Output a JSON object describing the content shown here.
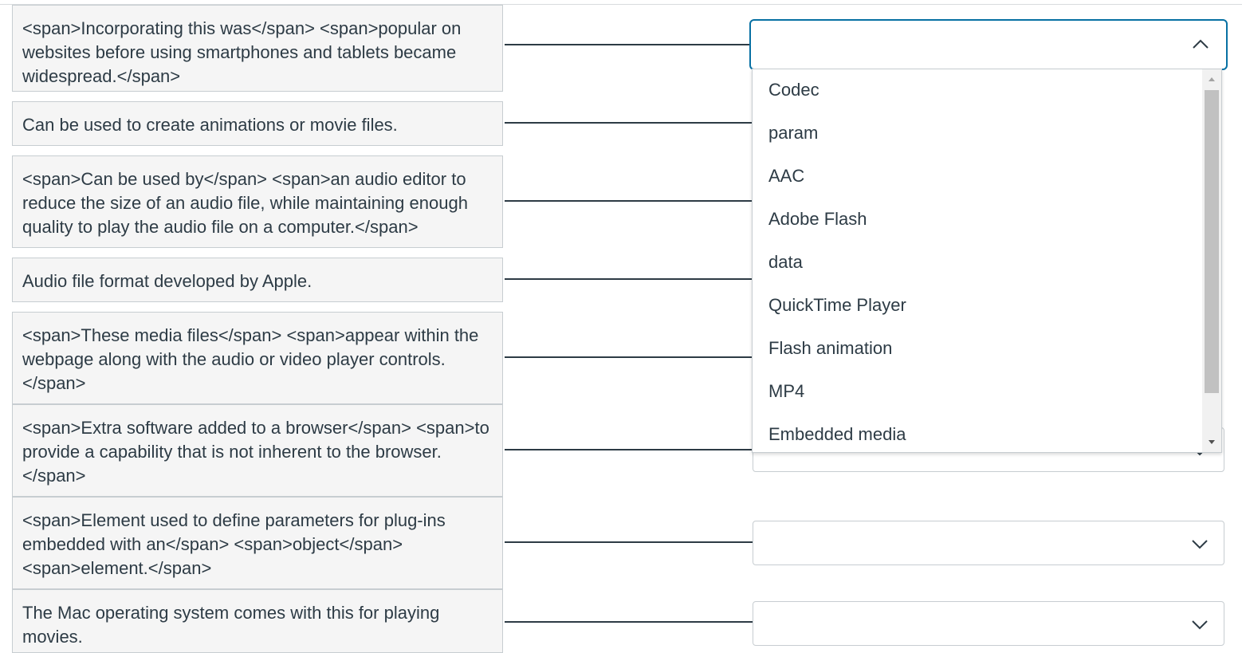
{
  "prompts": [
    "<span>Incorporating this was</span> <span>popular on websites before using smartphones and tablets became widespread.</span>",
    "Can be used to create animations or movie files.",
    "<span>Can be used by</span> <span>an audio editor to reduce the size of an audio file, while maintaining enough quality to play the audio file on a computer.</span>",
    "Audio file format developed by Apple.",
    "<span>These media files</span> <span>appear within the webpage along with the audio or video player controls.</span>",
    "<span>Extra software added to a browser</span> <span>to provide a capability that is not inherent to the browser.</span>",
    "<span>Element used to define parameters for plug-ins embedded with an</span> <span>object</span> <span>element.</span>",
    "The Mac operating system comes with this for playing movies."
  ],
  "dropdown_options": [
    "Codec",
    "param",
    "AAC",
    "Adobe Flash",
    "data",
    "QuickTime Player",
    "Flash animation",
    "MP4",
    "Embedded media"
  ],
  "selected_values": [
    "",
    "",
    "",
    "",
    "",
    "",
    "",
    ""
  ],
  "icons": {
    "open_chevron": "chevron-up-icon",
    "closed_chevron": "chevron-down-icon"
  },
  "colors": {
    "focus_border": "#0770a3",
    "prompt_bg": "#f5f5f5",
    "text": "#2d3b45"
  }
}
